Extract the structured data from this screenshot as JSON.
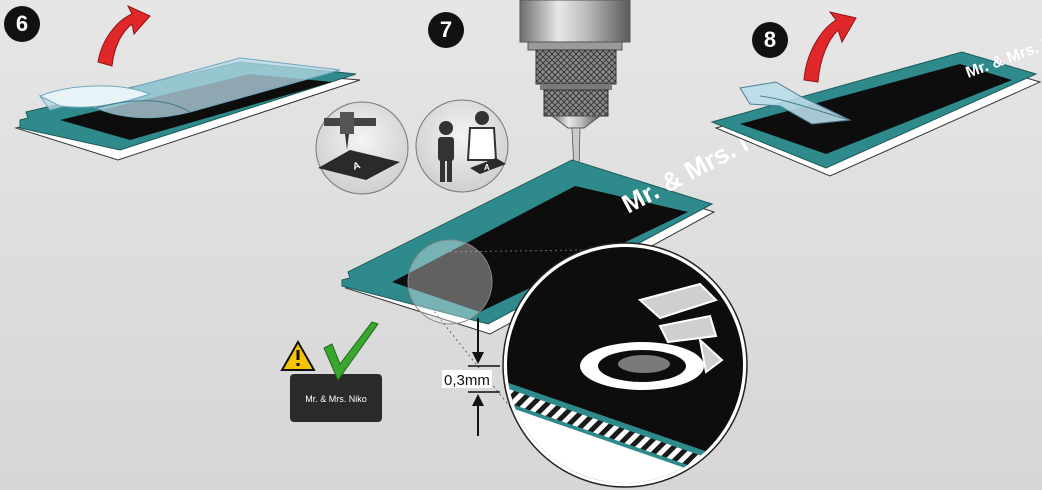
{
  "steps": [
    {
      "number": "6"
    },
    {
      "number": "7"
    },
    {
      "number": "8"
    }
  ],
  "engraved_text": "Mr. & Mrs. Niko",
  "sample_plate_text": "Mr. & Mrs. Niko",
  "depth_label": "0,3mm",
  "icons": [
    "peel-arrow-icon",
    "engraving-machine-icon",
    "operator-icon",
    "warning-icon",
    "checkmark-icon",
    "magnifier-detail"
  ],
  "colors": {
    "plate_teal": "#2f8a8c",
    "plate_core": "#0d0d0d",
    "film_blue": "#b9dbe8",
    "arrow_red": "#e0282a",
    "warning_yellow": "#f5c400",
    "check_green": "#3aa630"
  }
}
